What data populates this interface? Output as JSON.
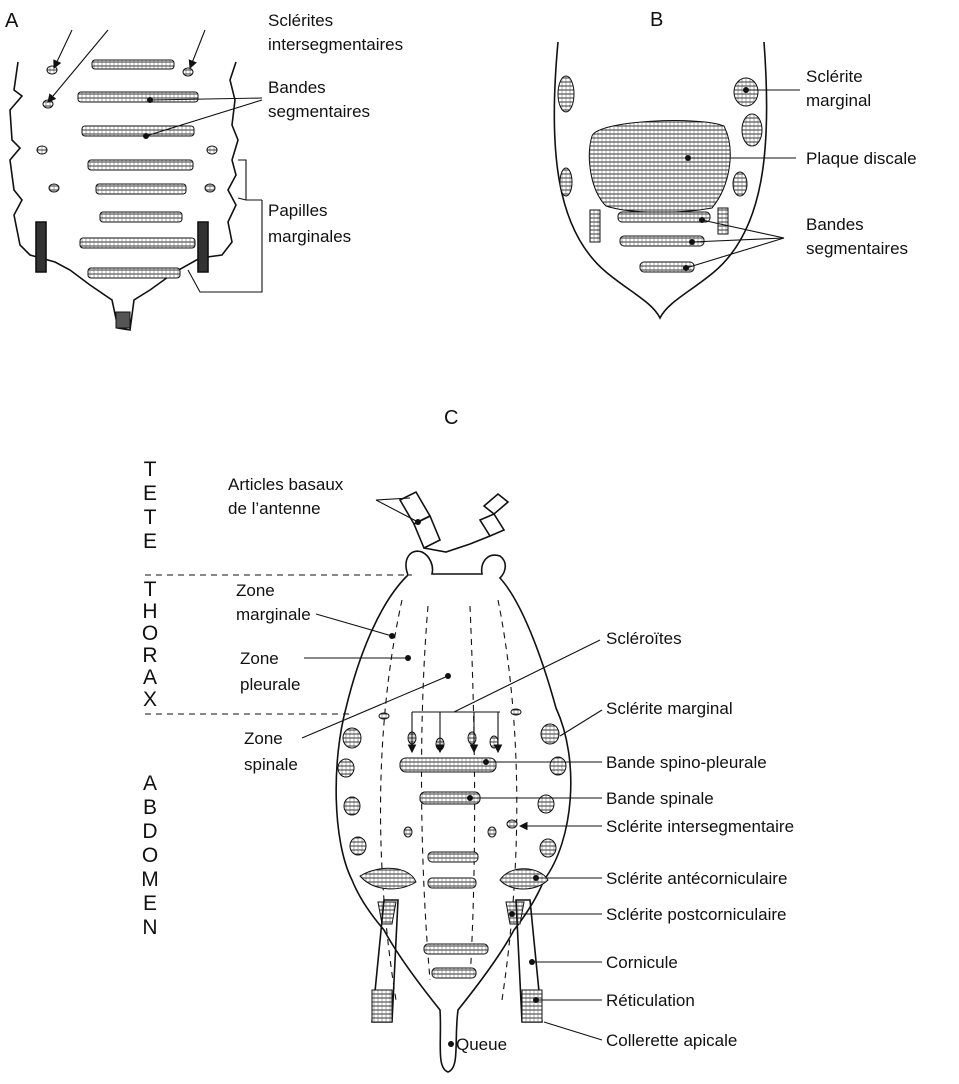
{
  "panels": {
    "a": "A",
    "b": "B",
    "c": "C"
  },
  "panel_a": {
    "sclerites_1": "Sclérites",
    "sclerites_2": "intersegmentaires",
    "bandes_1": "Bandes",
    "bandes_2": "segmentaires",
    "papilles_1": "Papilles",
    "papilles_2": "marginales"
  },
  "panel_b": {
    "sclerite_1": "Sclérite",
    "sclerite_2": "marginal",
    "plaque": "Plaque discale",
    "bandes_1": "Bandes",
    "bandes_2": "segmentaires"
  },
  "panel_c": {
    "left_labels": {
      "articles_1": "Articles basaux",
      "articles_2": "de l’antenne",
      "zone_marg_1": "Zone",
      "zone_marg_2": "marginale",
      "zone_pleu_1": "Zone",
      "zone_pleu_2": "pleurale",
      "zone_spin_1": "Zone",
      "zone_spin_2": "spinale",
      "queue": "Queue"
    },
    "right_labels": {
      "scleroites": "Scléroïtes",
      "sclerite_marginal": "Sclérite marginal",
      "bande_spino": "Bande spino-pleurale",
      "bande_spinale": "Bande spinale",
      "sclerite_inter": "Sclérite intersegmentaire",
      "sclerite_ante": "Sclérite antécorniculaire",
      "sclerite_post": "Sclérite postcorniculaire",
      "cornicule": "Cornicule",
      "reticulation": "Réticulation",
      "collerette": "Collerette apicale"
    },
    "vertical_words": {
      "tete": [
        "T",
        "E",
        "T",
        "E"
      ],
      "thorax": [
        "T",
        "H",
        "O",
        "R",
        "A",
        "X"
      ],
      "abdomen": [
        "A",
        "B",
        "D",
        "O",
        "M",
        "E",
        "N"
      ]
    }
  }
}
